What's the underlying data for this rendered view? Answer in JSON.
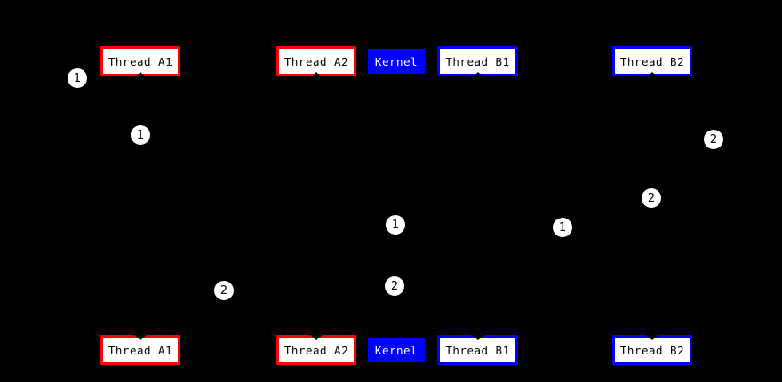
{
  "colors": {
    "background": "#000000",
    "thread_a_accent": "#ff0000",
    "thread_b_accent": "#0000ff",
    "kernel_fill": "#0000ff",
    "node_fill": "#ffffff",
    "node_text": "#000000",
    "kernel_text": "#ffffff",
    "badge_fill": "#ffffff",
    "badge_text": "#000000"
  },
  "top_row": [
    {
      "id": "thread-a1",
      "label": "Thread A1"
    },
    {
      "id": "thread-a2",
      "label": "Thread A2"
    },
    {
      "id": "kernel",
      "label": "Kernel"
    },
    {
      "id": "thread-b1",
      "label": "Thread B1"
    },
    {
      "id": "thread-b2",
      "label": "Thread B2"
    }
  ],
  "bottom_row": [
    {
      "id": "thread-a1",
      "label": "Thread A1"
    },
    {
      "id": "thread-a2",
      "label": "Thread A2"
    },
    {
      "id": "kernel",
      "label": "Kernel"
    },
    {
      "id": "thread-b1",
      "label": "Thread B1"
    },
    {
      "id": "thread-b2",
      "label": "Thread B2"
    }
  ],
  "badges": [
    {
      "label": "1"
    },
    {
      "label": "1"
    },
    {
      "label": "2"
    },
    {
      "label": "2"
    },
    {
      "label": "1"
    },
    {
      "label": "1"
    },
    {
      "label": "2"
    },
    {
      "label": "2"
    }
  ]
}
